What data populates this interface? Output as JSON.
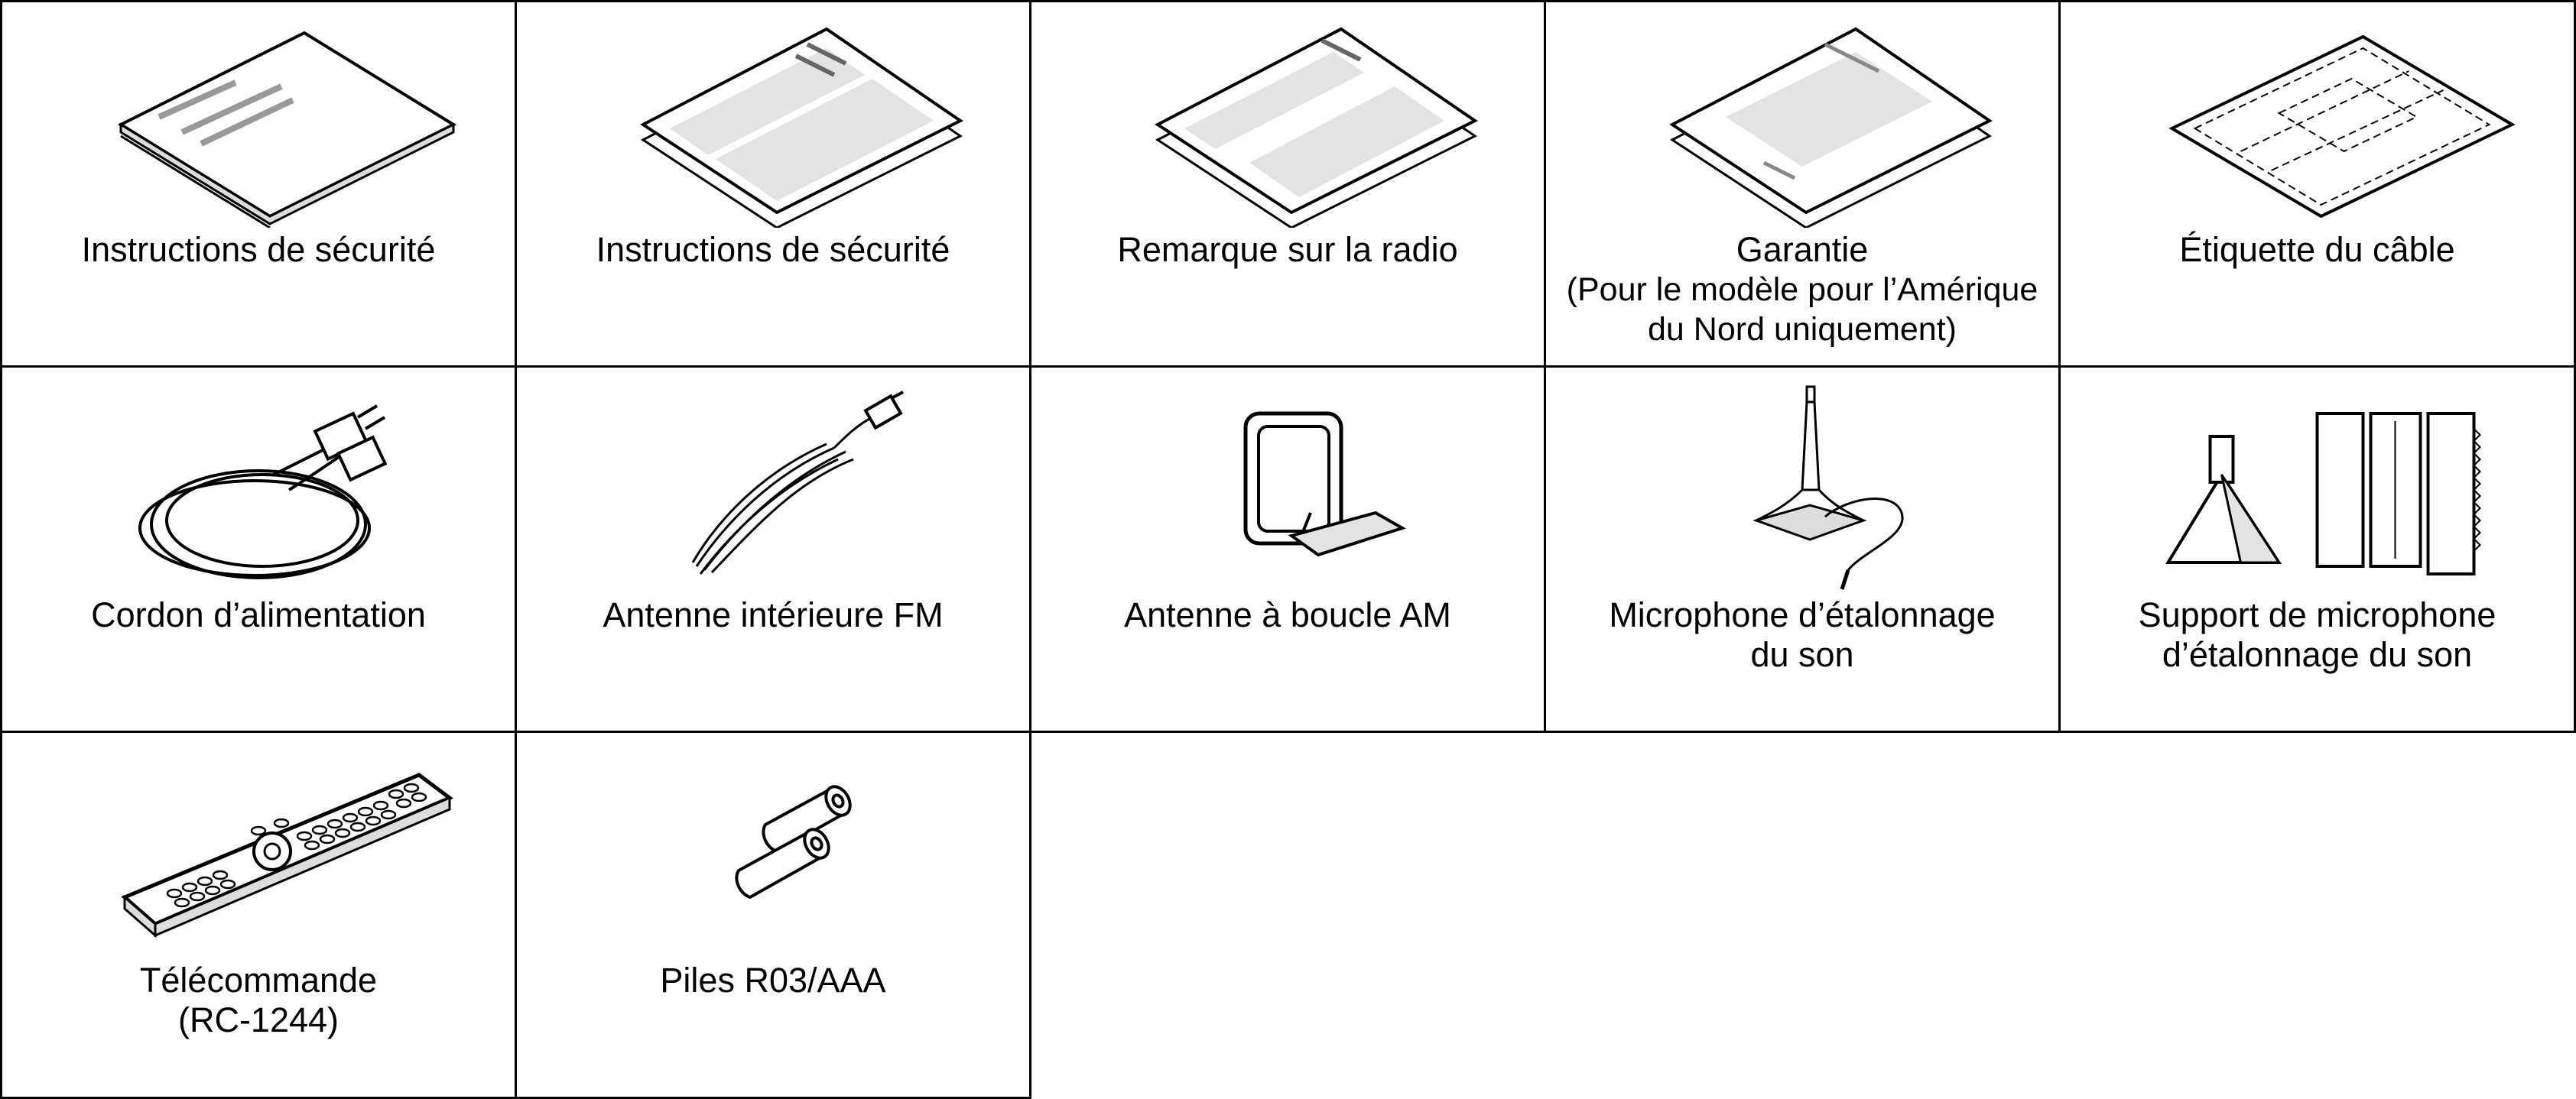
{
  "items": [
    {
      "icon": "safety-booklet-icon",
      "label": "Instructions de sécurité"
    },
    {
      "icon": "safety-sheet-icon",
      "label": "Instructions de sécurité"
    },
    {
      "icon": "radio-notice-sheet-icon",
      "label": "Remarque sur la radio"
    },
    {
      "icon": "warranty-sheet-icon",
      "label": "Garantie",
      "sub1": "(Pour le modèle pour l’Amérique",
      "sub2": "du Nord uniquement)"
    },
    {
      "icon": "cable-label-sheet-icon",
      "label": "Étiquette du câble"
    },
    {
      "icon": "power-cord-icon",
      "label": "Cordon d’alimentation"
    },
    {
      "icon": "fm-antenna-icon",
      "label": "Antenne intérieure FM"
    },
    {
      "icon": "am-loop-antenna-icon",
      "label": "Antenne à boucle AM"
    },
    {
      "icon": "calibration-microphone-icon",
      "label": "Microphone d’étalonnage",
      "sub1": "du son"
    },
    {
      "icon": "microphone-stand-icon",
      "label": "Support de microphone",
      "sub1": "d’étalonnage du son"
    },
    {
      "icon": "remote-control-icon",
      "label": "Télécommande",
      "sub1": "(RC-1244)"
    },
    {
      "icon": "batteries-icon",
      "label": "Piles R03/AAA"
    }
  ]
}
